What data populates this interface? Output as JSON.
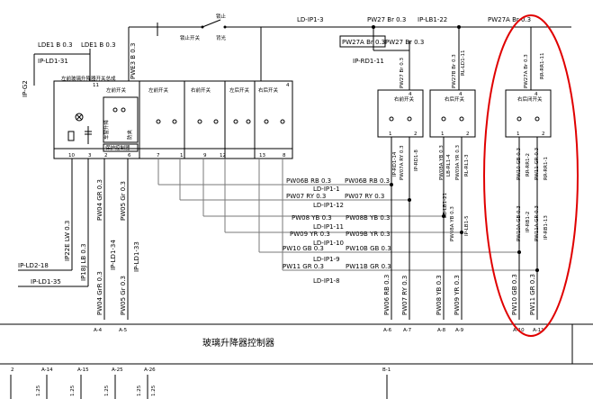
{
  "top": {
    "ldeb1": "LDE1 B 0.3",
    "ldeb2": "LDE1 B 0.3",
    "ip_ld1_31": "IP-LD1-31",
    "pwe3": "PWE3 B 0.3",
    "ip_g2": "IP-G2",
    "sw_top_label1": "锁止",
    "sw_top_label2": "锁止开关",
    "sw_top_label3": "背光",
    "ld_ip1_3": "LD-IP1-3",
    "pw27_top": "PW27 Br 0.3",
    "pw27a_box": "PW27A Br 0.3",
    "pw27_mid": "PW27 Br 0.3",
    "ip_lb1_22": "IP-LB1-22",
    "pw27a_right": "PW27A Br 0.3",
    "ip_rd1_11": "IP-RD1-11"
  },
  "left_module": {
    "title": "左前玻璃升降器开关总成",
    "sw1": "左前开关",
    "sw2": "右前开关",
    "sw3": "左后开关",
    "sw4": "右后开关",
    "relay_label": "车窗升降",
    "relay_label2": "防夹",
    "relay_box": "保护控制器",
    "pin11": "11",
    "pin4": "4",
    "pins": [
      "10",
      "3",
      "2",
      "6",
      "7",
      "1",
      "9",
      "12",
      "13",
      "8"
    ]
  },
  "right_switches": [
    {
      "label": "右前开关",
      "pin_top": "4",
      "pins": [
        "1",
        "2"
      ],
      "wire_top": "PW27 Br 0.3",
      "w1": "IP-RD1-14",
      "w2": "PW07A RY 0.3",
      "w3": "IP-RD1-8"
    },
    {
      "label": "右后开关",
      "pin_top": "4",
      "pins": [
        "1",
        "2"
      ],
      "wire_top": "PW27B Br 0.3",
      "wtop2": "RL-LD1-11",
      "w1": "PW08A YB 0.3",
      "w2": "LB-RL1-4",
      "w3": "PW09A YR 0.3",
      "w4": "RL-RL1-3",
      "w5": "LB-LB1-21",
      "w6": "PW08A YB 0.3",
      "w7": "IP-LB1-5"
    },
    {
      "label": "右后闭开关",
      "pin_top": "4",
      "pins": [
        "1",
        "2"
      ],
      "wire_top": "PW27A Br 0.3",
      "wtop2": "RR-RR1-11",
      "w1": "PW10 GB 0.3",
      "w2": "RR-RR1-2",
      "w3": "PW11 GR 0.3",
      "w4": "RR-RR1-1",
      "w5": "PW10A GB 0.3",
      "w6": "IP-RB1-2",
      "w7": "PW11A GR 0.3",
      "w8": "IP-RB1-13"
    }
  ],
  "wires": [
    {
      "left": "PW06B RB 0.3",
      "right": "PW06B RB 0.3",
      "conn": "LD-IP1-1"
    },
    {
      "left": "PW07 RY 0.3",
      "right": "PW07 RY 0.3",
      "conn": "LD-IP1-12"
    },
    {
      "left": "PW08 YB 0.3",
      "right": "PW08B YB 0.3",
      "conn": "LD-IP1-11"
    },
    {
      "left": "PW09 YR 0.3",
      "right": "PW09B YR 0.3",
      "conn": "LD-IP1-10"
    },
    {
      "left": "PW10 GB 0.3",
      "right": "PW10B GB 0.3",
      "conn": "LD-IP1-9"
    },
    {
      "left": "PW11 GR 0.3",
      "right": "PW11B GR 0.3",
      "conn": "LD-IP1-8"
    }
  ],
  "left_bottom": {
    "ip22e": "IP22E LW 0.3",
    "ip18": "IP18J LB 0.3",
    "pw04": "PW04 GR 0.3",
    "pw05": "PW05 Gr 0.3",
    "ip_ld2_18": "IP-LD2-18",
    "ip_ld1_35": "IP-LD1-35",
    "ip_ld1_34": "IP-LD1-34",
    "ip_ld1_33": "IP-LD1-33",
    "pw04b": "PW04 GrR 0.3",
    "pw05b": "PW05 Gr 0.3"
  },
  "bottom_wires": [
    "PW06 RB 0.3",
    "PW07 RY 0.3",
    "PW08 YB 0.3",
    "PW09 YR 0.3",
    "PW10 GB 0.3",
    "PW11 GR 0.3"
  ],
  "connector_pins": [
    "A-4",
    "A-5",
    "A-6",
    "A-7",
    "A-8",
    "A-9",
    "A-10",
    "A-11"
  ],
  "controller_title": "玻璃升降器控制器",
  "bottom_row": {
    "labels": [
      "2",
      "A-14",
      "A-15",
      "A-25",
      "A-26",
      "B-1"
    ],
    "values": [
      "1.25",
      "1.25",
      "1.25",
      "1.25",
      "1.25"
    ]
  },
  "colors": {
    "highlight": "#e00000",
    "wire": "#000000",
    "grey": "#7a7a7a"
  }
}
